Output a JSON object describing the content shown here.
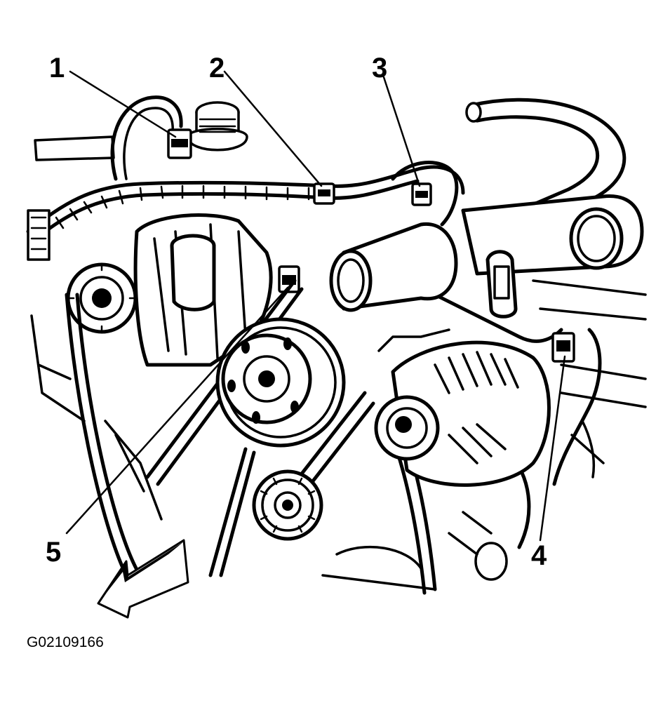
{
  "figure_id": "G02109166",
  "callouts": [
    {
      "number": "1"
    },
    {
      "number": "2"
    },
    {
      "number": "3"
    },
    {
      "number": "4"
    },
    {
      "number": "5"
    }
  ],
  "illustration": {
    "subject-icon": "engine-front-accessory-drive-icon",
    "direction-icon": "front-arrow-icon"
  }
}
